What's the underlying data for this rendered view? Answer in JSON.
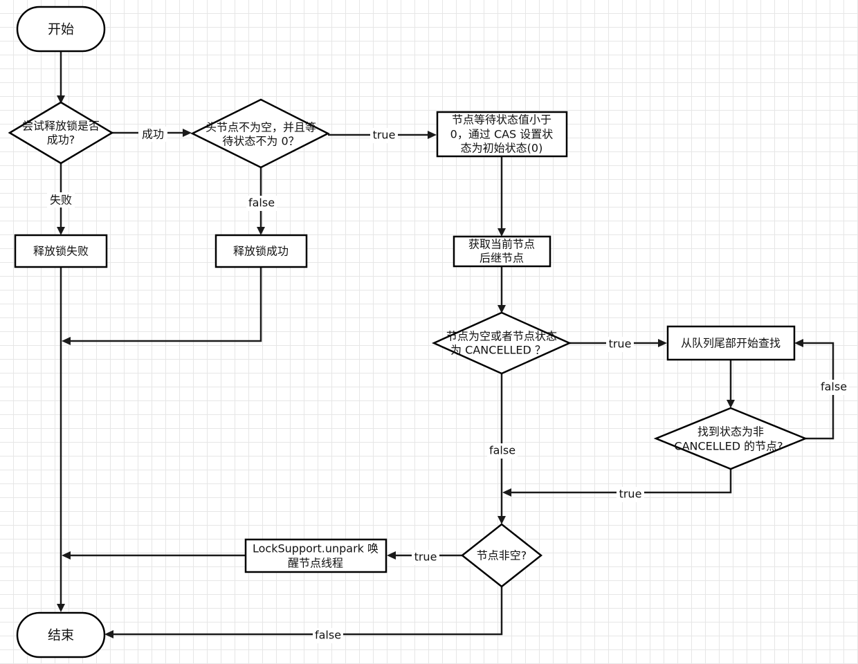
{
  "nodes": {
    "start": "开始",
    "try_release": [
      "尝试释放锁是否",
      "成功?"
    ],
    "head_check": [
      "头节点不为空，并且等",
      "待状态不为 0？"
    ],
    "cas_set": [
      "节点等待状态值小于",
      "0，通过 CAS 设置状",
      "态为初始状态(0)"
    ],
    "release_fail": "释放锁失败",
    "release_success": "释放锁成功",
    "get_successor": [
      "获取当前节点",
      "后继节点"
    ],
    "null_or_cancelled": [
      "节点为空或者节点状态",
      "为 CANCELLED ？"
    ],
    "search_from_tail": "从队列尾部开始查找",
    "found_non_cancelled": [
      "找到状态为非",
      "CANCELLED 的节点?"
    ],
    "node_not_null": "节点非空?",
    "unpark": [
      "LockSupport.unpark 唤",
      "醒节点线程"
    ],
    "end": "结束"
  },
  "edge_labels": {
    "success": "成功",
    "fail": "失败",
    "head_true": "true",
    "head_false": "false",
    "cancelled_true": "true",
    "cancelled_false": "false",
    "search_false": "false",
    "search_true": "true",
    "notnull_true": "true",
    "notnull_false": "false"
  }
}
